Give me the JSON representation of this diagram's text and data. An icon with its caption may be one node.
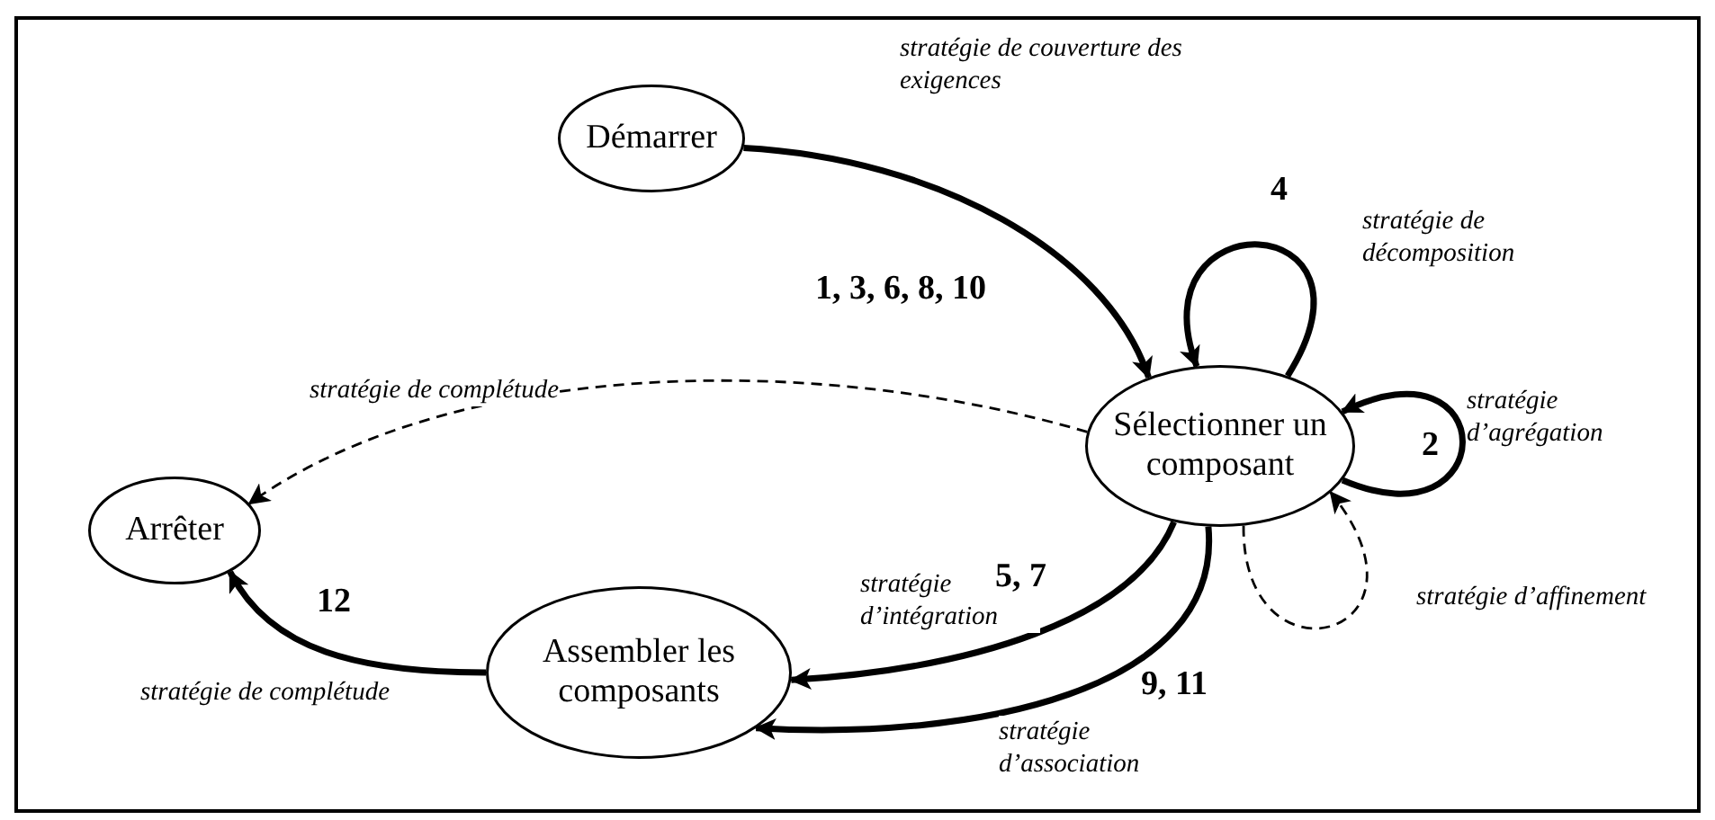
{
  "diagram": {
    "nodes": [
      {
        "text": [
          "Démarrer"
        ]
      },
      {
        "text": [
          "Sélectionner un composant"
        ]
      },
      {
        "text": [
          "Arrêter"
        ]
      },
      {
        "text": [
          "Assembler les composants"
        ]
      }
    ],
    "edges": [
      {
        "from": 0,
        "to": 1,
        "arrow": "to",
        "label": "stratégie de couverture des exigences"
      },
      {
        "from": 1,
        "to": 1,
        "arrow": "to",
        "label": "stratégie de décomposition"
      },
      {
        "from": 1,
        "to": 1,
        "arrow": "to",
        "label": "stratégie d’agrégation"
      },
      {
        "from": 1,
        "to": 2,
        "arrow": "to",
        "label": "stratégie de complétude",
        "style": "dashed"
      },
      {
        "from": 1,
        "to": 3,
        "arrow": "to",
        "label": "stratégie d’intégration"
      },
      {
        "from": 1,
        "to": 3,
        "arrow": "to",
        "label": "stratégie d’association"
      },
      {
        "from": 1,
        "to": 1,
        "arrow": "to",
        "label": "stratégie d’affinement",
        "style": "dashed"
      },
      {
        "from": 3,
        "to": 2,
        "arrow": "to",
        "label": "stratégie de complétude"
      }
    ],
    "labels": [
      "4",
      "1, 3, 6, 8, 10",
      "2",
      "5, 7",
      "12",
      "9, 11"
    ]
  }
}
